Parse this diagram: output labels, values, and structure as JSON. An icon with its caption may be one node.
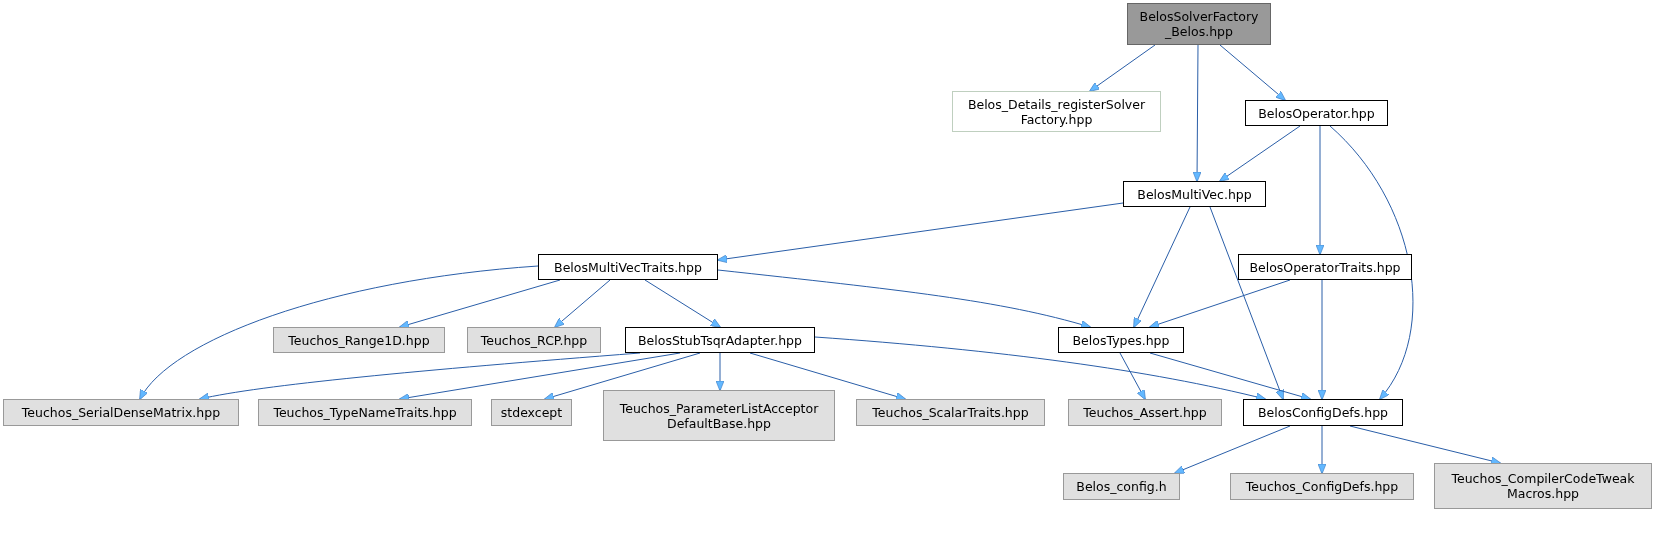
{
  "diagram": {
    "nodes": [
      {
        "text": [
          "BelosSolverFactory _Belos.hpp"
        ]
      },
      {
        "text": [
          "Belos_Details_registerSolver Factory.hpp"
        ]
      },
      {
        "text": [
          "BelosOperator.hpp"
        ]
      },
      {
        "text": [
          "BelosMultiVec.hpp"
        ]
      },
      {
        "text": [
          "BelosMultiVecTraits.hpp"
        ]
      },
      {
        "text": [
          "BelosOperatorTraits.hpp"
        ]
      },
      {
        "text": [
          "Teuchos_Range1D.hpp"
        ]
      },
      {
        "text": [
          "Teuchos_RCP.hpp"
        ]
      },
      {
        "text": [
          "BelosStubTsqrAdapter.hpp"
        ]
      },
      {
        "text": [
          "BelosTypes.hpp"
        ]
      },
      {
        "text": [
          "Teuchos_SerialDenseMatrix.hpp"
        ]
      },
      {
        "text": [
          "Teuchos_TypeNameTraits.hpp"
        ]
      },
      {
        "text": [
          "stdexcept"
        ]
      },
      {
        "text": [
          "Teuchos_ParameterListAcceptor DefaultBase.hpp"
        ]
      },
      {
        "text": [
          "Teuchos_ScalarTraits.hpp"
        ]
      },
      {
        "text": [
          "Teuchos_Assert.hpp"
        ]
      },
      {
        "text": [
          "BelosConfigDefs.hpp"
        ]
      },
      {
        "text": [
          "Belos_config.h"
        ]
      },
      {
        "text": [
          "Teuchos_ConfigDefs.hpp"
        ]
      },
      {
        "text": [
          "Teuchos_CompilerCodeTweak Macros.hpp"
        ]
      }
    ],
    "edges": [
      {
        "from": 0,
        "to": 1,
        "arrow": "to"
      },
      {
        "from": 0,
        "to": 3,
        "arrow": "to"
      },
      {
        "from": 0,
        "to": 2,
        "arrow": "to"
      },
      {
        "from": 2,
        "to": 3,
        "arrow": "to"
      },
      {
        "from": 2,
        "to": 5,
        "arrow": "to"
      },
      {
        "from": 2,
        "to": 16,
        "arrow": "to"
      },
      {
        "from": 3,
        "to": 4,
        "arrow": "to"
      },
      {
        "from": 3,
        "to": 9,
        "arrow": "to"
      },
      {
        "from": 3,
        "to": 16,
        "arrow": "to"
      },
      {
        "from": 4,
        "to": 10,
        "arrow": "to"
      },
      {
        "from": 4,
        "to": 6,
        "arrow": "to"
      },
      {
        "from": 4,
        "to": 7,
        "arrow": "to"
      },
      {
        "from": 4,
        "to": 8,
        "arrow": "to"
      },
      {
        "from": 4,
        "to": 9,
        "arrow": "to"
      },
      {
        "from": 5,
        "to": 9,
        "arrow": "to"
      },
      {
        "from": 5,
        "to": 16,
        "arrow": "to"
      },
      {
        "from": 8,
        "to": 10,
        "arrow": "to"
      },
      {
        "from": 8,
        "to": 11,
        "arrow": "to"
      },
      {
        "from": 8,
        "to": 12,
        "arrow": "to"
      },
      {
        "from": 8,
        "to": 13,
        "arrow": "to"
      },
      {
        "from": 8,
        "to": 14,
        "arrow": "to"
      },
      {
        "from": 8,
        "to": 16,
        "arrow": "to"
      },
      {
        "from": 9,
        "to": 15,
        "arrow": "to"
      },
      {
        "from": 9,
        "to": 16,
        "arrow": "to"
      },
      {
        "from": 16,
        "to": 17,
        "arrow": "to"
      },
      {
        "from": 16,
        "to": 18,
        "arrow": "to"
      },
      {
        "from": 16,
        "to": 19,
        "arrow": "to"
      }
    ]
  }
}
